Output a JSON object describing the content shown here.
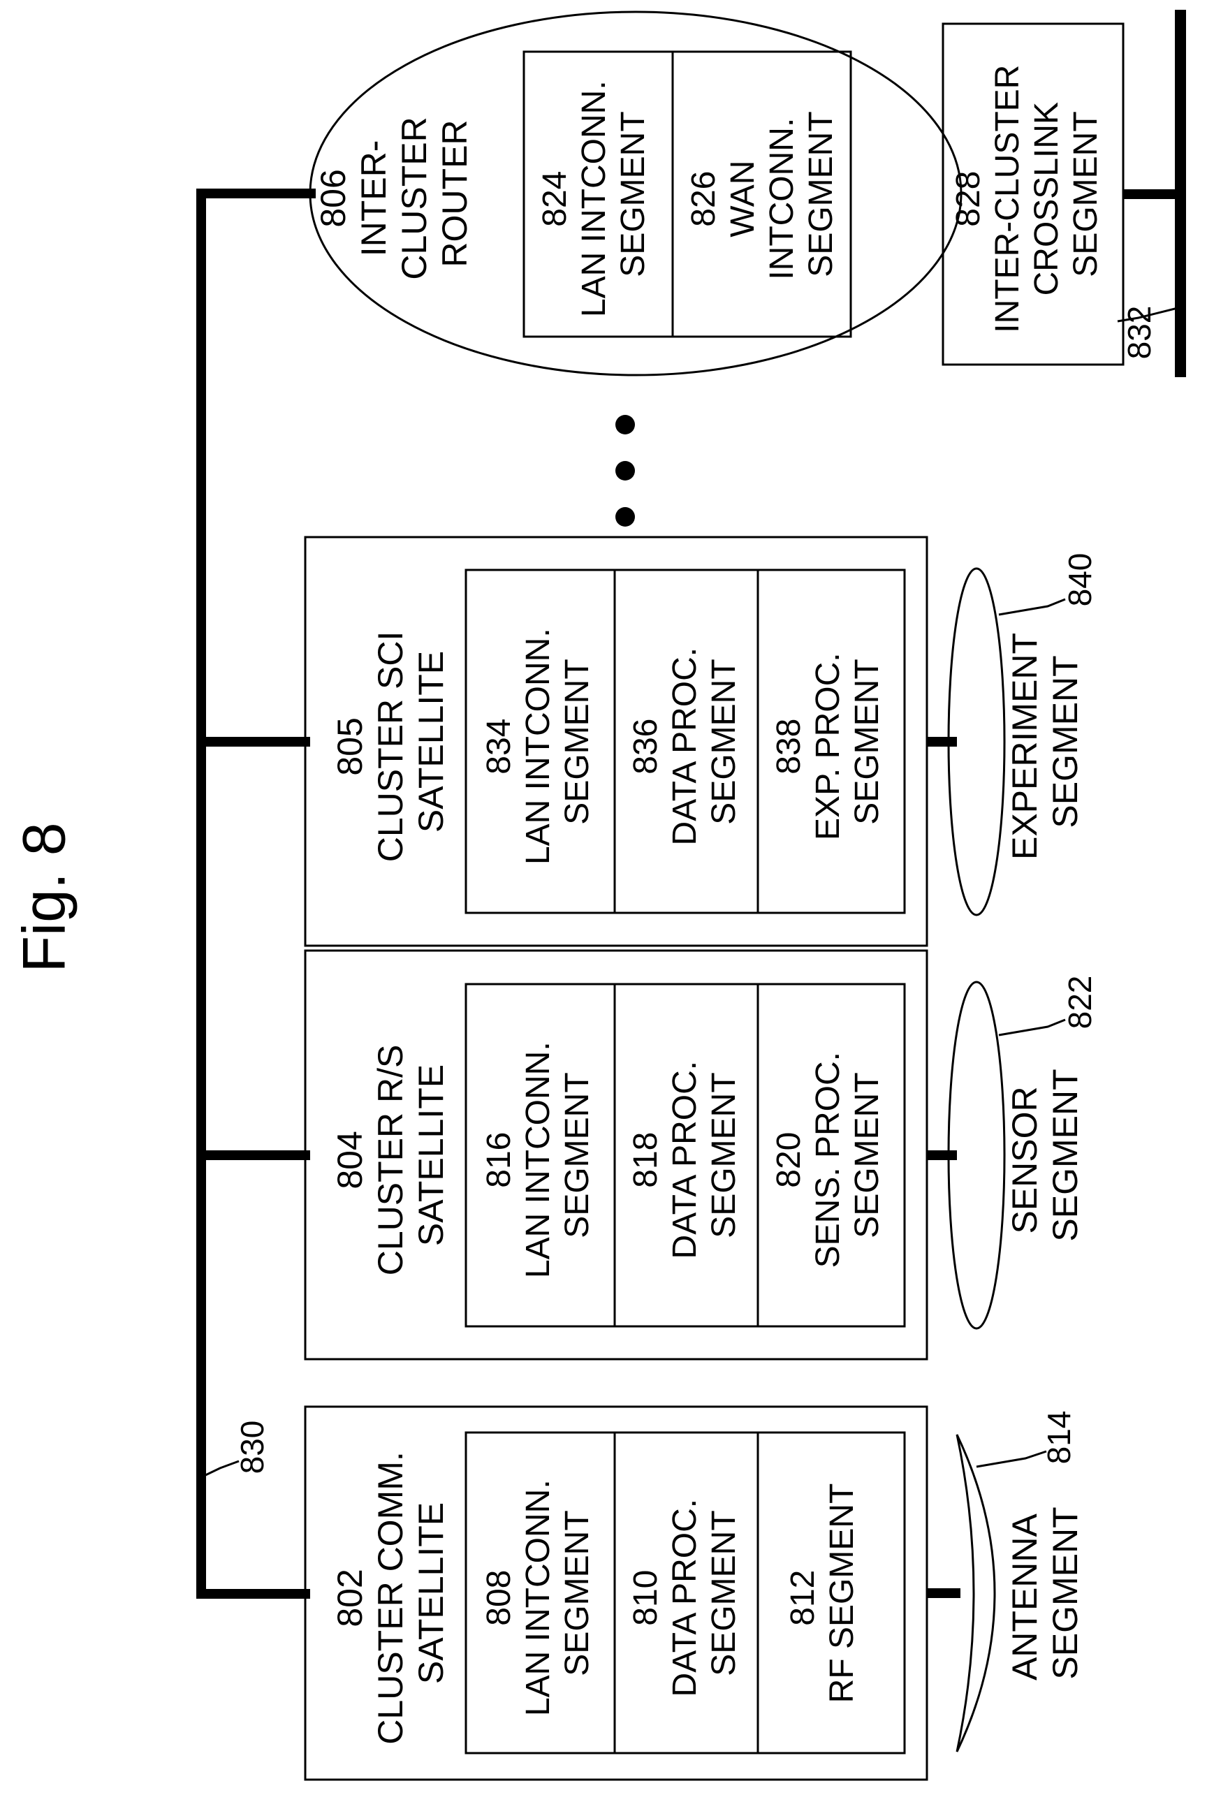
{
  "figure": {
    "title": "Fig. 8"
  },
  "satellites": [
    {
      "id": "sat-802",
      "label_lines": [
        "802",
        "CLUSTER  COMM.",
        "SATELLITE"
      ],
      "segments": [
        [
          "808",
          "LAN INTCONN.",
          "SEGMENT"
        ],
        [
          "810",
          "DATA PROC.",
          "SEGMENT"
        ],
        [
          "812",
          "RF SEGMENT"
        ]
      ],
      "attached_element": {
        "shape": "antenna",
        "label_lines": [
          "ANTENNA",
          "SEGMENT"
        ],
        "ref": "814"
      }
    },
    {
      "id": "sat-804",
      "label_lines": [
        "804",
        "CLUSTER  R/S",
        "SATELLITE"
      ],
      "segments": [
        [
          "816",
          "LAN INTCONN.",
          "SEGMENT"
        ],
        [
          "818",
          "DATA PROC.",
          "SEGMENT"
        ],
        [
          "820",
          "SENS. PROC.",
          "SEGMENT"
        ]
      ],
      "attached_element": {
        "shape": "ellipse",
        "label_lines": [
          "SENSOR",
          "SEGMENT"
        ],
        "ref": "822"
      }
    },
    {
      "id": "sat-805",
      "label_lines": [
        "805",
        "CLUSTER  SCI",
        "SATELLITE"
      ],
      "segments": [
        [
          "834",
          "LAN INTCONN.",
          "SEGMENT"
        ],
        [
          "836",
          "DATA PROC.",
          "SEGMENT"
        ],
        [
          "838",
          "EXP. PROC.",
          "SEGMENT"
        ]
      ],
      "attached_element": {
        "shape": "ellipse",
        "label_lines": [
          "EXPERIMENT",
          "SEGMENT"
        ],
        "ref": "840"
      }
    }
  ],
  "router": {
    "label_lines": [
      "806",
      "INTER-",
      "CLUSTER",
      "ROUTER"
    ],
    "segments": [
      [
        "824",
        "LAN INTCONN.",
        "SEGMENT"
      ],
      [
        "826",
        "WAN",
        "INTCONN.",
        "SEGMENT"
      ]
    ]
  },
  "crosslink": {
    "label_lines": [
      "828",
      "INTER-CLUSTER",
      "CROSSLINK",
      "SEGMENT"
    ]
  },
  "bus_refs": {
    "lan_bus": "830",
    "crosslink_bus": "832"
  }
}
